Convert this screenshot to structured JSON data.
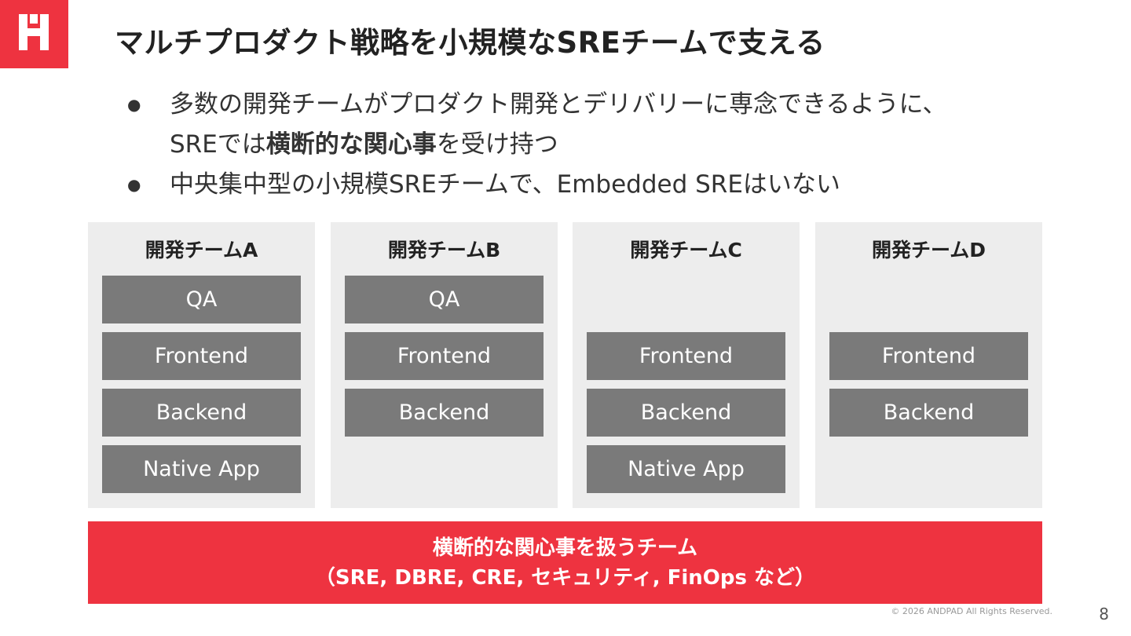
{
  "title": "マルチプロダクト戦略を小規模なSREチームで支える",
  "bullets": [
    {
      "line1": "多数の開発チームがプロダクト開発とデリバリーに専念できるように、",
      "line2_pre": "SREでは",
      "line2_bold": "横断的な関心事",
      "line2_post": "を受け持つ"
    },
    {
      "text": "中央集中型の小規模SREチームで、Embedded SREはいない"
    }
  ],
  "teams": [
    {
      "name": "開発チームA",
      "roles": [
        "QA",
        "Frontend",
        "Backend",
        "Native App"
      ]
    },
    {
      "name": "開発チームB",
      "roles": [
        "QA",
        "Frontend",
        "Backend"
      ]
    },
    {
      "name": "開発チームC",
      "roles": [
        "Frontend",
        "Backend",
        "Native App"
      ]
    },
    {
      "name": "開発チームD",
      "roles": [
        "Frontend",
        "Backend"
      ]
    }
  ],
  "shared_team": {
    "line1": "横断的な関心事を扱うチーム",
    "line2": "（SRE, DBRE, CRE, セキュリティ, FinOps など）"
  },
  "footer": "© 2026 ANDPAD All Rights Reserved.",
  "page_number": "8",
  "colors": {
    "accent": "#ee3340",
    "role_box": "#7a7a7a",
    "team_bg": "#ededed"
  }
}
